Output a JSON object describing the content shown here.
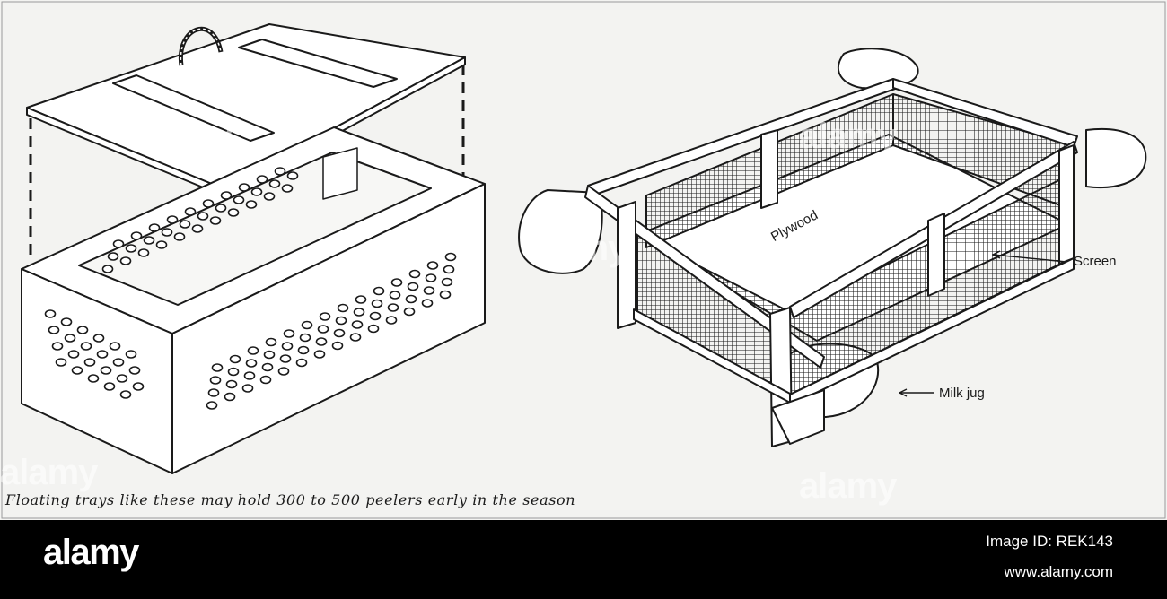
{
  "figure": {
    "caption": "Floating trays like these may hold 300 to 500 peelers early in the season",
    "labels": {
      "plywood": "Plywood",
      "screen": "Screen",
      "milk_jug": "Milk jug"
    }
  },
  "watermark": {
    "logo_text": "alamy",
    "image_id": "Image ID: REK143",
    "url": "www.alamy.com"
  }
}
